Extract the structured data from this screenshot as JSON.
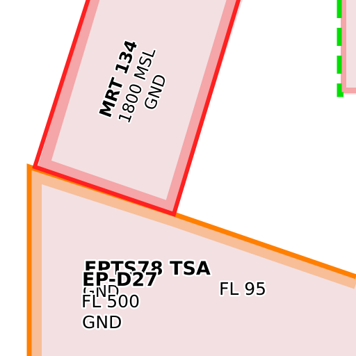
{
  "map": {
    "colors": {
      "background": "#ffffff",
      "zone_fill": "#f3e0e2",
      "restricted_edge": "#ff2020",
      "restricted_halo": "#f4a6a8",
      "tsa_edge": "#ff7f00",
      "tsa_halo": "#f7be98",
      "neighbor_edge": "#00e000"
    },
    "areas": {
      "mrt": {
        "name": "MRT 134",
        "upper": "1800 MSL",
        "lower": "GND"
      },
      "tsa": {
        "name": "EPTS78 TSA",
        "upper": "FL 95",
        "lower": "GND"
      },
      "d27": {
        "name": "EP-D27",
        "upper": "FL 500",
        "lower": "GND"
      }
    }
  }
}
